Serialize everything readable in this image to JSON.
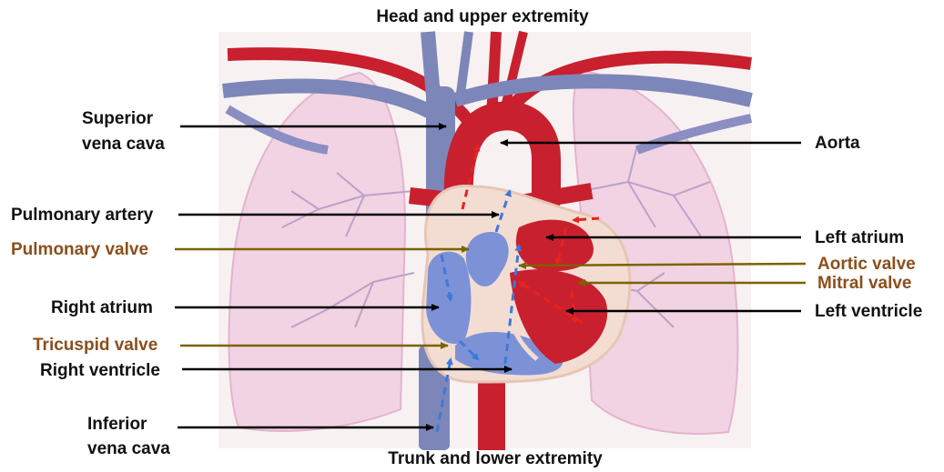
{
  "titles": {
    "top": "Head and upper extremity",
    "bottom": "Trunk and lower extremity"
  },
  "labels": {
    "superior_vena_cava": [
      "Superior",
      "vena cava"
    ],
    "pulmonary_artery": "Pulmonary artery",
    "pulmonary_valve": "Pulmonary valve",
    "right_atrium": "Right atrium",
    "tricuspid_valve": "Tricuspid valve",
    "right_ventricle": "Right ventricle",
    "inferior_vena_cava": [
      "Inferior",
      "vena cava"
    ],
    "aorta": "Aorta",
    "left_atrium": "Left atrium",
    "aortic_valve": "Aortic valve",
    "mitral_valve": "Mitral valve",
    "left_ventricle": "Left ventricle"
  },
  "colors": {
    "oxygenated": "#c8202e",
    "deoxygenated": "#4a73c9",
    "vein_gray": "#7c86b8",
    "lung": "#f2d3e3",
    "valve_label": "#8a4f1c",
    "pointer_black": "#000000",
    "pointer_valve": "#7a6300"
  }
}
